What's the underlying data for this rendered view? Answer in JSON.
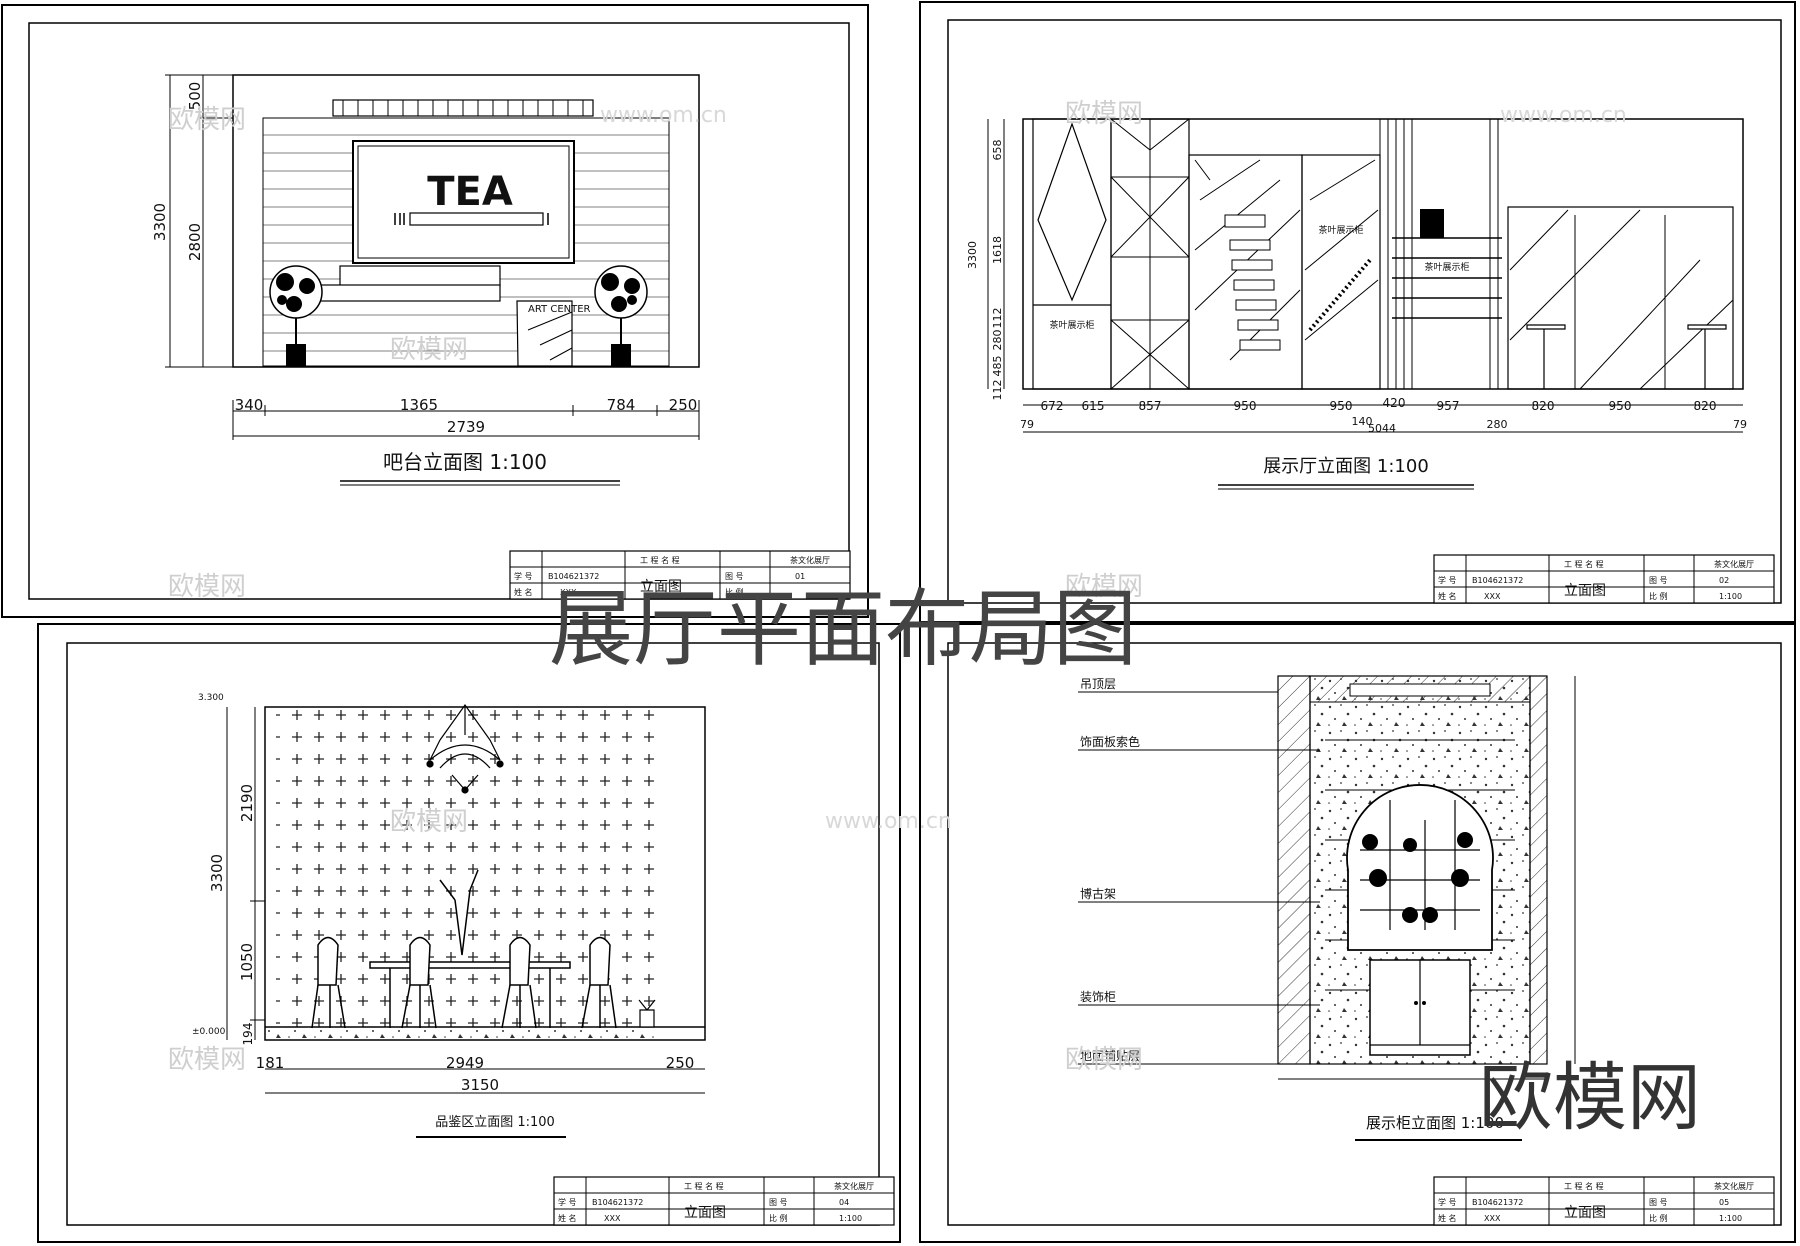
{
  "main_title": "展厅平面布局图",
  "watermark": {
    "cn": "欧模网",
    "url": "www.om.cn",
    "corner": "欧模网"
  },
  "title_block_labels": {
    "project": "工 程 名 程",
    "student_no": "学 号",
    "name": "姓 名",
    "drawing_no": "图 号",
    "scale": "比 例"
  },
  "sheets": [
    {
      "caption": "吧台立面图  1:100",
      "sign_text": "TEA",
      "sub_label": "ART CENTER",
      "dims_h": [
        "340",
        "1365",
        "784",
        "250"
      ],
      "dim_total": "2739",
      "dims_v": [
        "500",
        "2800"
      ],
      "dim_v_total": "3300",
      "tb": {
        "project": "茶文化展厅",
        "student_no": "B104621372",
        "name": "XXX",
        "drawing_name": "立面图",
        "drawing_no": "01",
        "scale": ""
      }
    },
    {
      "caption": "展示厅立面图  1:100",
      "cabinet_label": "茶叶展示柜",
      "dims_h": [
        "672",
        "615",
        "857",
        "950",
        "950",
        "420",
        "957",
        "820",
        "950",
        "820"
      ],
      "dims_h2": [
        "79",
        "140",
        "5044",
        "280",
        "79"
      ],
      "dims_v": [
        "658",
        "1618",
        "112",
        "280",
        "485",
        "112"
      ],
      "dim_v_total": "3300",
      "tb": {
        "project": "茶文化展厅",
        "student_no": "B104621372",
        "name": "XXX",
        "drawing_name": "立面图",
        "drawing_no": "02",
        "scale": "1:100"
      }
    },
    {
      "caption": "品鉴区立面图  1:100",
      "dims_h": [
        "181",
        "2949",
        "250"
      ],
      "dim_total": "3150",
      "dims_v": [
        "2190",
        "1050",
        "194"
      ],
      "dim_v_total": "3300",
      "levels": [
        "3.300",
        "±0.000"
      ],
      "tb": {
        "project": "茶文化展厅",
        "student_no": "B104621372",
        "name": "XXX",
        "drawing_name": "立面图",
        "drawing_no": "04",
        "scale": "1:100"
      }
    },
    {
      "caption": "展示柜立面图  1:100",
      "annotations": [
        "吊顶层",
        "饰面板索色",
        "博古架",
        "装饰柜",
        "地面铺贴层"
      ],
      "tb": {
        "project": "茶文化展厅",
        "student_no": "B104621372",
        "name": "XXX",
        "drawing_name": "立面图",
        "drawing_no": "05",
        "scale": "1:100"
      }
    }
  ]
}
